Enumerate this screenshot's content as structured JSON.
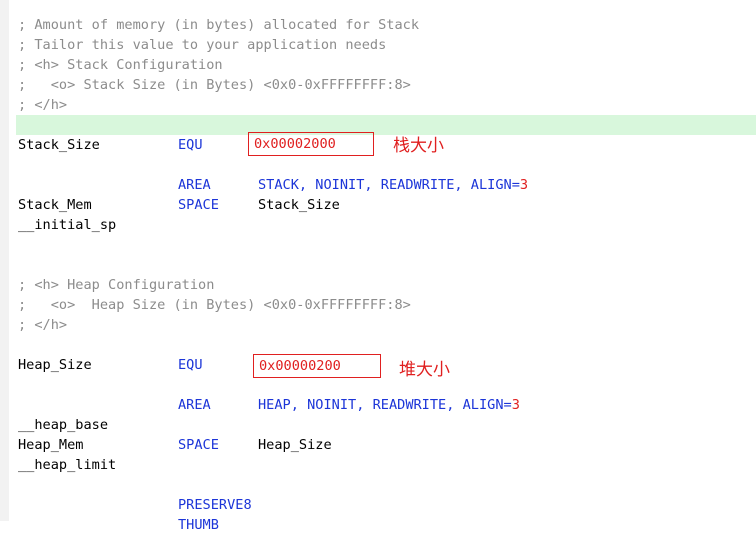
{
  "code": {
    "comments_stack": [
      "; Amount of memory (in bytes) allocated for Stack",
      "; Tailor this value to your application needs",
      "; <h> Stack Configuration",
      ";   <o> Stack Size (in Bytes) <0x0-0xFFFFFFFF:8>",
      "; </h>"
    ],
    "stack_size": {
      "label": "Stack_Size",
      "directive": "EQU",
      "value": "0x00002000"
    },
    "stack_area": {
      "directive": "AREA",
      "args": "STACK, NOINIT, READWRITE, ALIGN=",
      "align": "3"
    },
    "stack_mem": {
      "label": "Stack_Mem",
      "directive": "SPACE",
      "arg": "Stack_Size"
    },
    "initial_sp": "__initial_sp",
    "comments_heap": [
      "; <h> Heap Configuration",
      ";   <o>  Heap Size (in Bytes) <0x0-0xFFFFFFFF:8>",
      "; </h>"
    ],
    "heap_size": {
      "label": "Heap_Size",
      "directive": "EQU",
      "value": "0x00000200"
    },
    "heap_area": {
      "directive": "AREA",
      "args": "HEAP, NOINIT, READWRITE, ALIGN=",
      "align": "3"
    },
    "heap_base": "__heap_base",
    "heap_mem": {
      "label": "Heap_Mem",
      "directive": "SPACE",
      "arg": "Heap_Size"
    },
    "heap_limit": "__heap_limit",
    "preserve": "PRESERVE8",
    "thumb_partial": "THUMB"
  },
  "annotations": {
    "stack_note": "栈大小",
    "heap_note": "堆大小"
  },
  "colors": {
    "comment": "#8c8c8c",
    "keyword": "#1c35d8",
    "number": "#e02020",
    "annotation": "#e02020",
    "current_line": "#d8f7dc"
  }
}
